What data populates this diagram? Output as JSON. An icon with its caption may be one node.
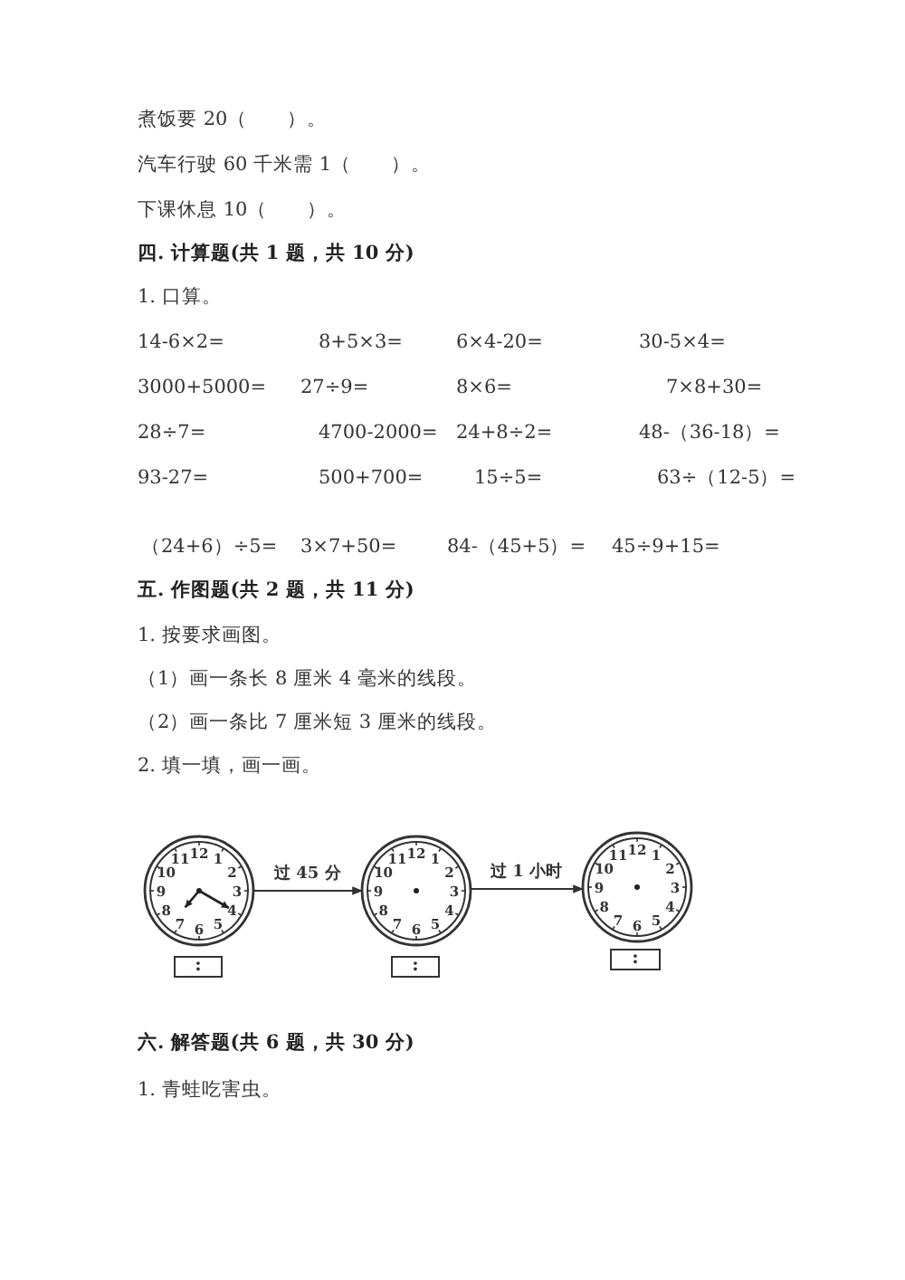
{
  "diagram": {
    "nodes": [
      {
        "text": [
          "12",
          "11",
          "1",
          "10",
          "2",
          "9",
          "3",
          "8",
          "4",
          "7",
          "5",
          "6"
        ]
      },
      {
        "text": [
          "12",
          "11",
          "1",
          "10",
          "2",
          "9",
          "3",
          "8",
          "4",
          "7",
          "5",
          "6"
        ]
      },
      {
        "text": [
          "12",
          "11",
          "1",
          "10",
          "2",
          "9",
          "3",
          "8",
          "4",
          "7",
          "5",
          "6"
        ]
      },
      {
        "text": [
          ":"
        ]
      },
      {
        "text": [
          ":"
        ]
      },
      {
        "text": [
          ":"
        ]
      }
    ],
    "edges": [
      {
        "from": 0,
        "to": 1,
        "arrow": "to",
        "label": "过 45 分"
      },
      {
        "from": 1,
        "to": 2,
        "arrow": "to",
        "label": "过 1 小时"
      }
    ],
    "labels": [
      "煮饭要 20（　　）。",
      "汽车行驶 60 千米需 1（　　）。",
      "下课休息 10（　　）。",
      "四. 计算题(共 1 题，共 10 分)",
      "1. 口算。",
      "14-6×2=",
      "8+5×3=",
      "6×4-20=",
      "30-5×4=",
      "3000+5000=",
      "27÷9=",
      "8×6=",
      "7×8+30=",
      "28÷7=",
      "4700-2000=",
      "24+8÷2=",
      "48-（36-18）=",
      "93-27=",
      "500+700=",
      "15÷5=",
      "63÷（12-5）=",
      "（24+6）÷5=",
      "3×7+50=",
      "84-（45+5）=",
      "45÷9+15=",
      "五. 作图题(共 2 题，共 11 分)",
      "1. 按要求画图。",
      "（1）画一条长 8 厘米 4 毫米的线段。",
      "（2）画一条比 7 厘米短 3 厘米的线段。",
      "2. 填一填，画一画。",
      "六. 解答题(共 6 题，共 30 分)",
      "1. 青蛙吃害虫。"
    ]
  }
}
